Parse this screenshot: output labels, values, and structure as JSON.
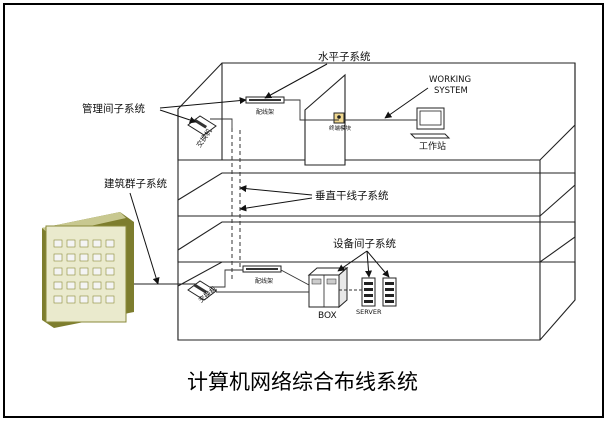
{
  "diagram": {
    "title": "计算机网络综合布线系统",
    "labels": {
      "horizontal": "水平子系统",
      "management": "管理间子系统",
      "building": "建筑群子系统",
      "backbone": "垂直干线子系统",
      "equipment": "设备间子系统",
      "working_line1": "WORKING",
      "working_line2": "SYSTEM",
      "workstation": "工作站",
      "patch_top": "配线架",
      "patch_bottom": "配线架",
      "switch_top": "交换机",
      "switch_bottom": "交换机",
      "outlet": "终端模块",
      "box": "BOX",
      "server": "SERVER"
    },
    "colors": {
      "building_fill": "#eaeacd",
      "building_side": "#8a8a3a",
      "window_fill": "#f4f4f4",
      "outlet_fill": "#f0d890",
      "line": "#222222"
    }
  }
}
